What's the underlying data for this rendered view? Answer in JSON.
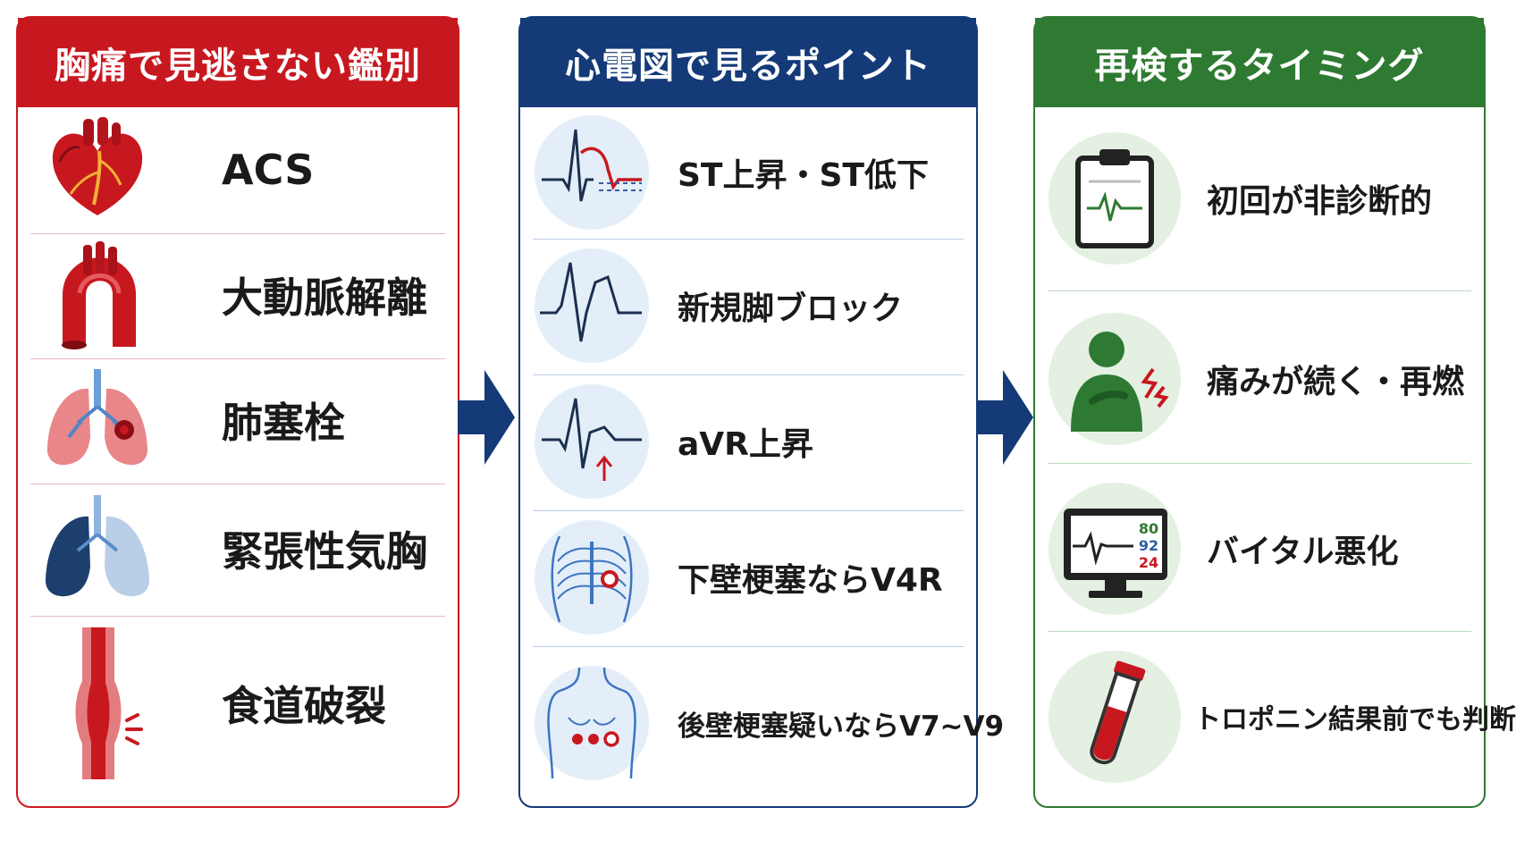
{
  "colors": {
    "differential": "#c8181f",
    "ecg": "#143a78",
    "retest": "#2e7a32",
    "arrow": "#143a78"
  },
  "differential": {
    "title": "胸痛で見逃さない鑑別",
    "items": [
      {
        "label": "ACS",
        "icon": "heart-icon"
      },
      {
        "label": "大動脈解離",
        "icon": "aorta-icon"
      },
      {
        "label": "肺塞栓",
        "icon": "lungs-clot-icon"
      },
      {
        "label": "緊張性気胸",
        "icon": "collapsed-lung-icon"
      },
      {
        "label": "食道破裂",
        "icon": "esophagus-icon"
      }
    ]
  },
  "ecg": {
    "title": "心電図で見るポイント",
    "items": [
      {
        "label": "ST上昇・ST低下",
        "icon": "st-change-ecg-icon"
      },
      {
        "label": "新規脚ブロック",
        "icon": "bundle-branch-block-ecg-icon"
      },
      {
        "label": "aVR上昇",
        "icon": "avr-elevation-ecg-icon"
      },
      {
        "label": "下壁梗塞ならV4R",
        "icon": "chest-ribs-v4r-icon"
      },
      {
        "label": "後壁梗塞疑いならV7~V9",
        "icon": "back-torso-v7-v9-icon"
      }
    ]
  },
  "retest": {
    "title": "再検するタイミング",
    "items": [
      {
        "label": "初回が非診断的",
        "icon": "clipboard-ecg-icon"
      },
      {
        "label": "痛みが続く・再燃",
        "icon": "chest-pain-person-icon"
      },
      {
        "label": "バイタル悪化",
        "icon": "vital-monitor-icon",
        "monitor_values": [
          "80",
          "92",
          "24"
        ]
      },
      {
        "label": "トロポニン結果前でも判断",
        "icon": "blood-tube-icon"
      }
    ]
  }
}
